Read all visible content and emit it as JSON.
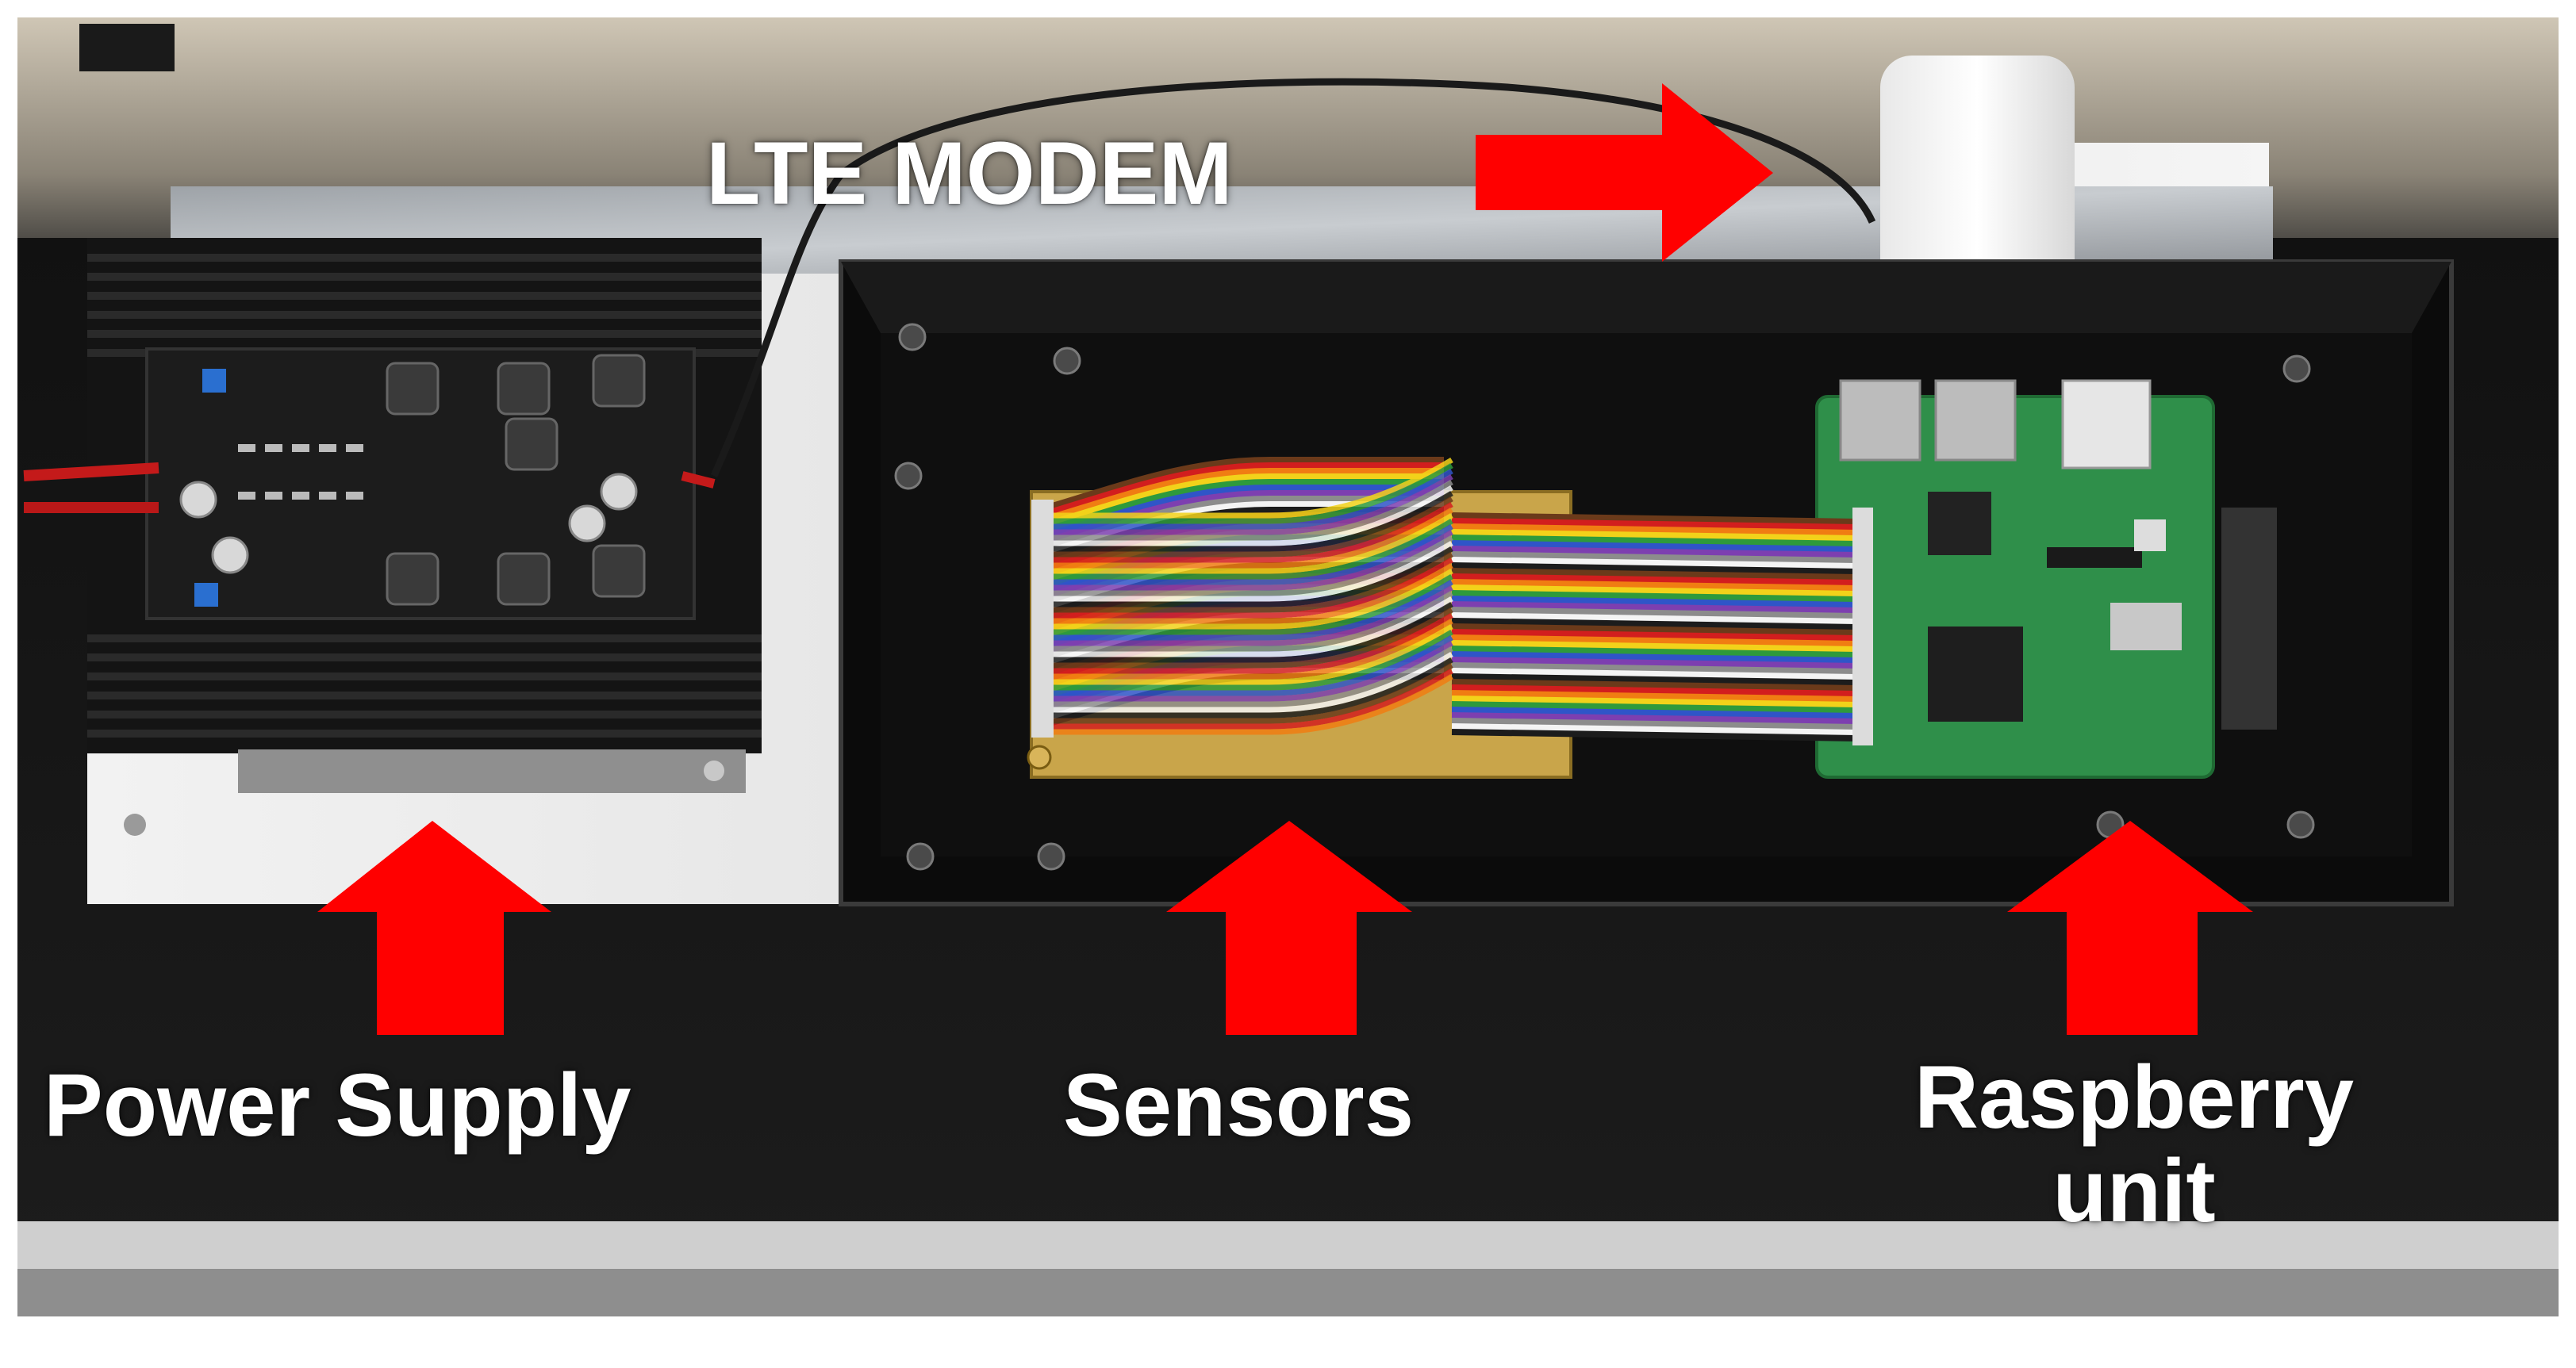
{
  "labels": {
    "lte_modem": "LTE MODEM",
    "power_supply": "Power Supply",
    "sensors": "Sensors",
    "raspberry_line1": "Raspberry",
    "raspberry_line2": "unit"
  },
  "colors": {
    "arrow": "#ff0000",
    "label_text": "#ffffff",
    "background_dark": "#151515",
    "enclosure": "#0c0c0c",
    "mount_plate": "#e9e9e9",
    "heatsink": "#161616",
    "pcb_black": "#1b1b1b",
    "raspberry_pcb": "#2f8f4a",
    "sensor_board": "#c9a54a"
  },
  "ribbon_colors": [
    "#6b3a1a",
    "#d21e1e",
    "#f07d12",
    "#f2d21a",
    "#2e9a3c",
    "#2f55c8",
    "#7d3fb0",
    "#8c8c8c",
    "#f4f4f4",
    "#1c1c1c"
  ]
}
